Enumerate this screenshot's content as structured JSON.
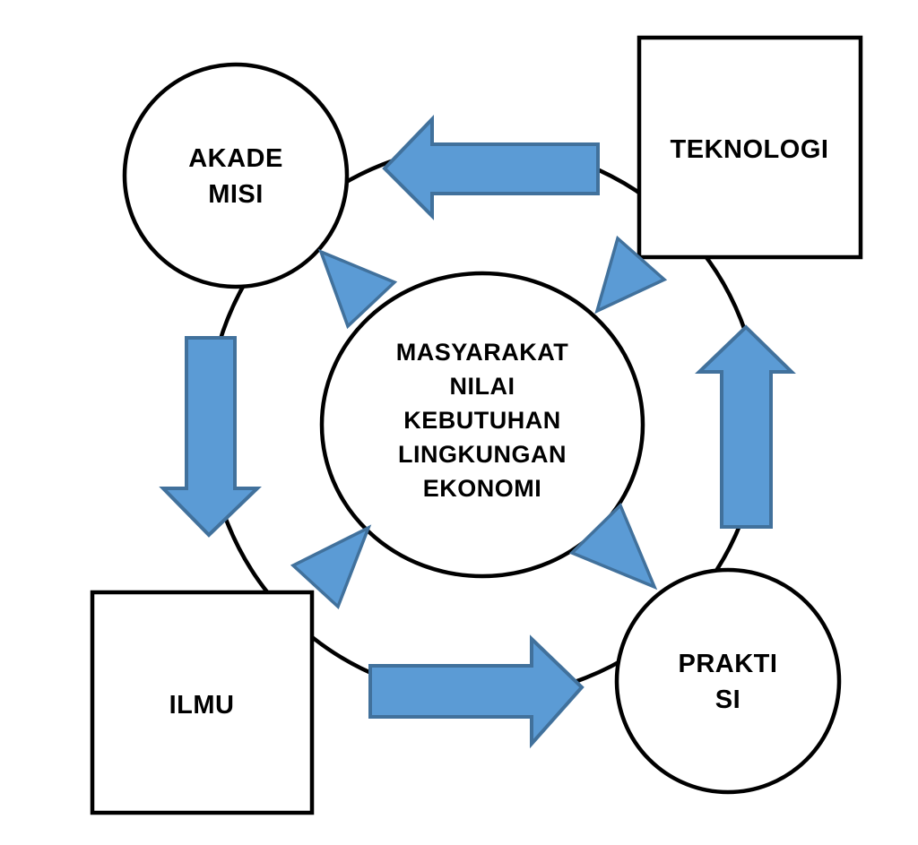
{
  "diagram": {
    "colors": {
      "background": "#ffffff",
      "shape_fill": "#ffffff",
      "shape_outline": "#000000",
      "arrow_fill": "#5b9bd5",
      "arrow_border": "#41719c",
      "text": "#000000"
    },
    "center_node": {
      "shape": "circle",
      "lines": [
        "MASYARAKAT",
        "NILAI",
        "KEBUTUHAN",
        "LINGKUNGAN",
        "EKONOMI"
      ]
    },
    "nodes": {
      "akademisi": {
        "shape": "circle",
        "lines": [
          "AKADE",
          "MISI"
        ]
      },
      "teknologi": {
        "shape": "square",
        "lines": [
          "TEKNOLOGI"
        ]
      },
      "ilmu": {
        "shape": "square",
        "lines": [
          "ILMU"
        ]
      },
      "praktisi": {
        "shape": "circle",
        "lines": [
          "PRAKTI",
          "SI"
        ]
      }
    },
    "arrows": [
      {
        "name": "teknologi-to-akademisi",
        "direction": "left",
        "style": "block"
      },
      {
        "name": "akademisi-to-ilmu",
        "direction": "down",
        "style": "block"
      },
      {
        "name": "ilmu-to-praktisi",
        "direction": "right",
        "style": "block"
      },
      {
        "name": "praktisi-to-teknologi",
        "direction": "up",
        "style": "block"
      }
    ],
    "triangles": [
      {
        "name": "center-to-akademisi",
        "points": "up-left"
      },
      {
        "name": "teknologi-to-center",
        "points": "down-left"
      },
      {
        "name": "ilmu-to-center",
        "points": "up-right"
      },
      {
        "name": "center-to-praktisi",
        "points": "down-right"
      }
    ]
  }
}
